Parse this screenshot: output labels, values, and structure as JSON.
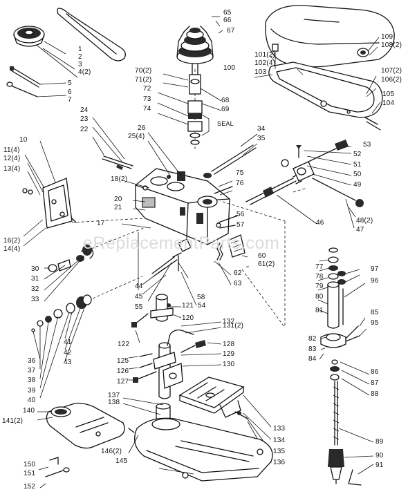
{
  "diagram": {
    "watermark": "eReplacementParts.com",
    "seal_label": "SEAL",
    "part_labels": [
      "1",
      "2",
      "3",
      "4(2)",
      "5",
      "6",
      "7",
      "65",
      "66",
      "67",
      "100",
      "101(2)",
      "102(4)",
      "103",
      "109",
      "108(2)",
      "107(2)",
      "106(2)",
      "105",
      "104",
      "70(2)",
      "71(2)",
      "72",
      "73",
      "74",
      "68",
      "69",
      "24",
      "23",
      "22",
      "26",
      "25(4)",
      "34",
      "35",
      "10",
      "11(4)",
      "12(4)",
      "13(4)",
      "16(2)",
      "14(4)",
      "18(2)",
      "20",
      "21",
      "17",
      "75",
      "76",
      "53",
      "52",
      "51",
      "50",
      "49",
      "46",
      "48(2)",
      "47",
      "56",
      "57",
      "30",
      "31",
      "32",
      "33",
      "60",
      "61(2)",
      "62",
      "63",
      "77",
      "78",
      "79",
      "80",
      "81",
      "97",
      "96",
      "44",
      "45",
      "55",
      "58",
      "121",
      "54",
      "120",
      "132",
      "131(2)",
      "122",
      "128",
      "129",
      "130",
      "125",
      "126",
      "127",
      "82",
      "83",
      "84",
      "85",
      "95",
      "36",
      "37",
      "38",
      "39",
      "40",
      "41",
      "42",
      "43",
      "86",
      "87",
      "88",
      "137",
      "138",
      "140",
      "141(2)",
      "133",
      "134",
      "135",
      "136",
      "89",
      "90",
      "91",
      "146(2)",
      "145",
      "150",
      "151",
      "152"
    ]
  }
}
